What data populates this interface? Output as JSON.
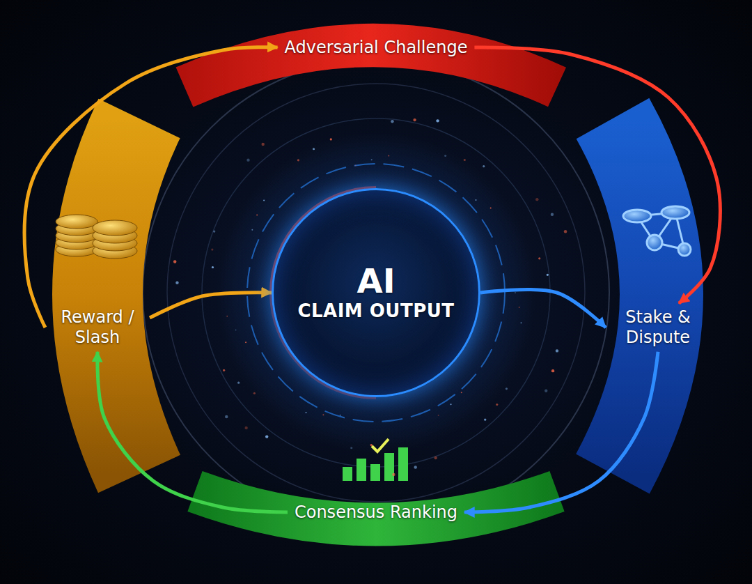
{
  "diagram": {
    "nodes": [
      {
        "text": [
          "Adversarial Challenge"
        ]
      },
      {
        "text": [
          "Reward / Slash"
        ]
      },
      {
        "text": [
          "AI",
          "CLAIM OUTPUT"
        ]
      },
      {
        "text": [
          "Stake & Dispute"
        ]
      },
      {
        "text": [
          "Consensus Ranking"
        ]
      }
    ],
    "edges": [
      {
        "from": 0,
        "to": 3,
        "arrow": "to"
      },
      {
        "from": 3,
        "to": 4,
        "arrow": "to"
      },
      {
        "from": 4,
        "to": 1,
        "arrow": "to"
      },
      {
        "from": 1,
        "to": 0,
        "arrow": "to"
      },
      {
        "from": 1,
        "to": 2,
        "arrow": "to"
      },
      {
        "from": 2,
        "to": 3,
        "arrow": "to"
      }
    ]
  }
}
